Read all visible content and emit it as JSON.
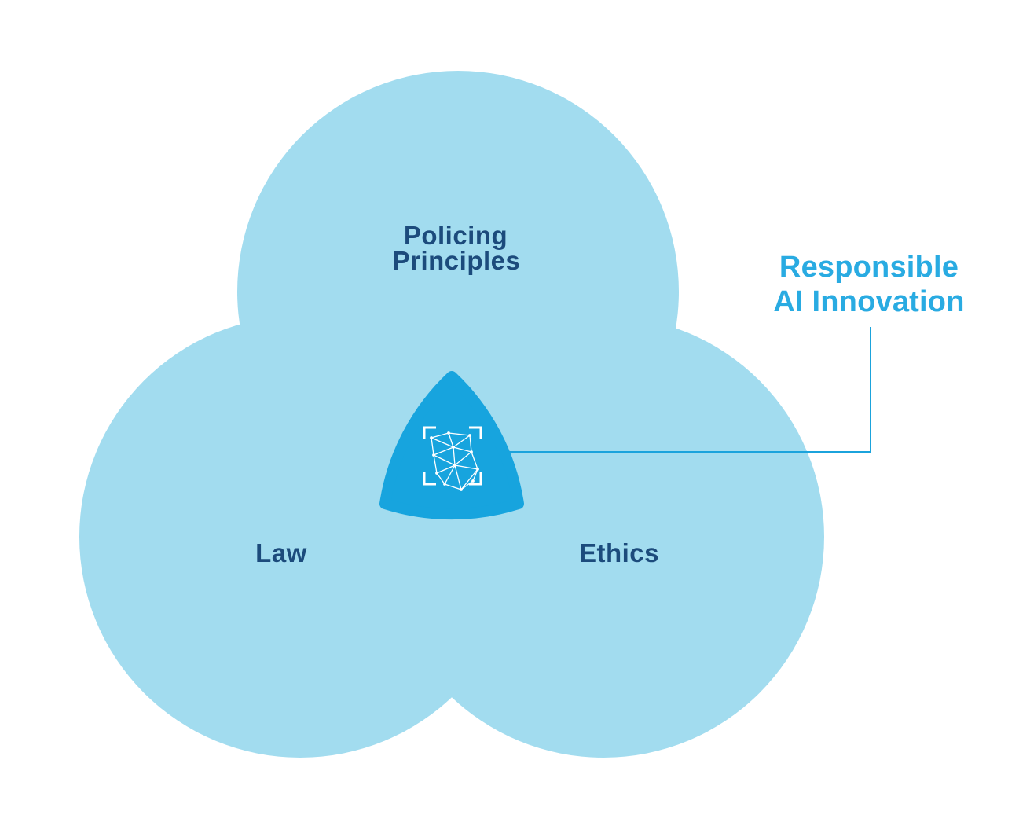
{
  "diagram": {
    "circles": {
      "top": {
        "line1": "Policing",
        "line2": "Principles"
      },
      "left": {
        "label": "Law"
      },
      "right": {
        "label": "Ethics"
      }
    },
    "annotation": {
      "line1": "Responsible",
      "line2": "AI Innovation"
    },
    "center_icon": "ai-network-scan"
  },
  "colors": {
    "background": "#ffffff",
    "circle_fill": "#a2dcef",
    "center_fill": "#17a4de",
    "label_navy": "#1c4b7c",
    "annotation_blue": "#29abe2",
    "connector_blue": "#1ba3dc",
    "icon_white": "#ffffff"
  }
}
